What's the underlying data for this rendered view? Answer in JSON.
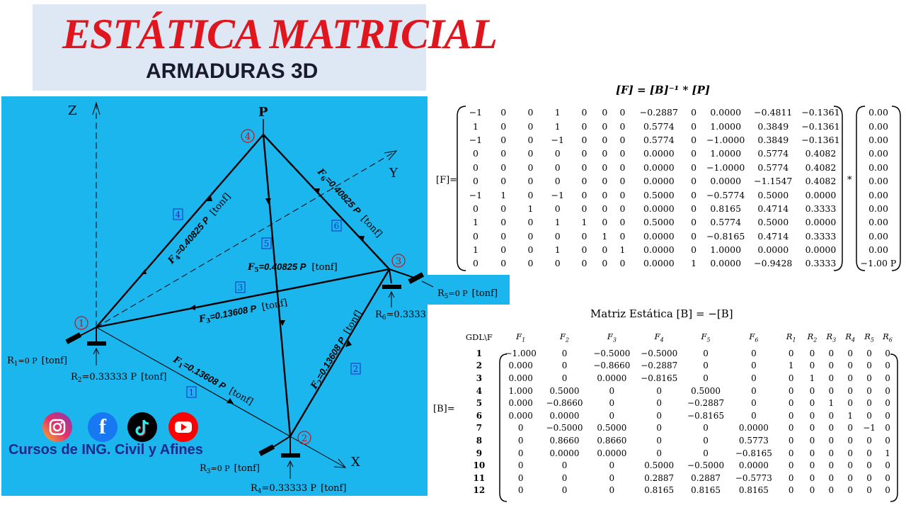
{
  "header": {
    "title": "ESTÁTICA MATRICIAL",
    "subtitle": "ARMADURAS 3D"
  },
  "diagram": {
    "axes": {
      "z": "Z",
      "y": "Y",
      "x": "X",
      "load": "P"
    },
    "nodes": [
      "1",
      "2",
      "3",
      "4"
    ],
    "members": [
      "1",
      "2",
      "3",
      "4",
      "5",
      "6"
    ],
    "forces": {
      "f1": {
        "name": "F",
        "sub": "1",
        "value": "=0.13608 P",
        "unit": "[tonf]"
      },
      "f2": {
        "name": "F",
        "sub": "2",
        "value": "=0.13608 P",
        "unit": "[tonf]"
      },
      "f3": {
        "name": "F",
        "sub": "3",
        "value": "=0.13608 P",
        "unit": "[tonf]"
      },
      "f4": {
        "name": "F",
        "sub": "4",
        "value": "=0.40825 P",
        "unit": "[tonf]"
      },
      "f5": {
        "name": "F",
        "sub": "5",
        "value": "=0.40825 P",
        "unit": "[tonf]"
      },
      "f6": {
        "name": "F",
        "sub": "6",
        "value": "=0.40825 P",
        "unit": "[tonf]"
      }
    },
    "reactions": {
      "r1": {
        "name": "R",
        "sub": "1",
        "value": "=0 P",
        "unit": "[tonf]"
      },
      "r2": {
        "name": "R",
        "sub": "2",
        "value": "=0.33333 P",
        "unit": "[tonf]"
      },
      "r3": {
        "name": "R",
        "sub": "3",
        "value": "=0 P",
        "unit": "[tonf]"
      },
      "r4": {
        "name": "R",
        "sub": "4",
        "value": "=0.33333 P",
        "unit": "[tonf]"
      },
      "r5": {
        "name": "R",
        "sub": "5",
        "value": "=0 P",
        "unit": "[tonf]"
      },
      "r6": {
        "name": "R",
        "sub": "6",
        "value": "=0.3333",
        "unit": ""
      }
    }
  },
  "social": {
    "brand": "Cursos de ING. Civil y Afines",
    "icons": [
      "instagram-icon",
      "facebook-icon",
      "tiktok-icon",
      "youtube-icon"
    ]
  },
  "matrix1": {
    "title": "[F] = [B]⁻¹ * [P]",
    "label": "[F]=",
    "times": "*",
    "rows": [
      [
        "−1",
        "0",
        "0",
        "1",
        "0",
        "0",
        "0",
        "−0.2887",
        "0",
        "0.0000",
        "−0.4811",
        "−0.1361"
      ],
      [
        "1",
        "0",
        "0",
        "1",
        "0",
        "0",
        "0",
        "0.5774",
        "0",
        "1.0000",
        "0.3849",
        "−0.1361"
      ],
      [
        "−1",
        "0",
        "0",
        "−1",
        "0",
        "0",
        "0",
        "0.5774",
        "0",
        "−1.0000",
        "0.3849",
        "−0.1361"
      ],
      [
        "0",
        "0",
        "0",
        "0",
        "0",
        "0",
        "0",
        "0.0000",
        "0",
        "1.0000",
        "0.5774",
        "0.4082"
      ],
      [
        "0",
        "0",
        "0",
        "0",
        "0",
        "0",
        "0",
        "0.0000",
        "0",
        "−1.0000",
        "0.5774",
        "0.4082"
      ],
      [
        "0",
        "0",
        "0",
        "0",
        "0",
        "0",
        "0",
        "0.0000",
        "0",
        "0.0000",
        "−1.1547",
        "0.4082"
      ],
      [
        "−1",
        "1",
        "0",
        "−1",
        "0",
        "0",
        "0",
        "0.5000",
        "0",
        "−0.5774",
        "0.5000",
        "0.0000"
      ],
      [
        "0",
        "0",
        "1",
        "0",
        "0",
        "0",
        "0",
        "0.0000",
        "0",
        "0.8165",
        "0.4714",
        "0.3333"
      ],
      [
        "1",
        "0",
        "0",
        "1",
        "1",
        "0",
        "0",
        "0.5000",
        "0",
        "0.5774",
        "0.5000",
        "0.0000"
      ],
      [
        "0",
        "0",
        "0",
        "0",
        "0",
        "1",
        "0",
        "0.0000",
        "0",
        "−0.8165",
        "0.4714",
        "0.3333"
      ],
      [
        "1",
        "0",
        "0",
        "1",
        "0",
        "0",
        "1",
        "0.0000",
        "0",
        "1.0000",
        "0.0000",
        "0.0000"
      ],
      [
        "0",
        "0",
        "0",
        "0",
        "0",
        "0",
        "0",
        "0.0000",
        "1",
        "0.0000",
        "−0.9428",
        "0.3333"
      ]
    ],
    "vector": [
      "0.00",
      "0.00",
      "0.00",
      "0.00",
      "0.00",
      "0.00",
      "0.00",
      "0.00",
      "0.00",
      "0.00",
      "0.00",
      "−1.00 P"
    ]
  },
  "matrix2": {
    "title": "Matriz Estática [B] = −[B]",
    "label": "[B]=",
    "corner": "GDL\\F",
    "headers": [
      [
        "F",
        "1"
      ],
      [
        "F",
        "2"
      ],
      [
        "F",
        "3"
      ],
      [
        "F",
        "4"
      ],
      [
        "F",
        "5"
      ],
      [
        "F",
        "6"
      ],
      [
        "R",
        "1"
      ],
      [
        "R",
        "2"
      ],
      [
        "R",
        "3"
      ],
      [
        "R",
        "4"
      ],
      [
        "R",
        "5"
      ],
      [
        "R",
        "6"
      ]
    ],
    "row_labels": [
      "1",
      "2",
      "3",
      "4",
      "5",
      "6",
      "7",
      "8",
      "9",
      "10",
      "11",
      "12"
    ],
    "rows": [
      [
        "−1.000",
        "0",
        "−0.5000",
        "−0.5000",
        "0",
        "0",
        "0",
        "0",
        "0",
        "0",
        "0",
        "0"
      ],
      [
        "0.000",
        "0",
        "−0.8660",
        "−0.2887",
        "0",
        "0",
        "1",
        "0",
        "0",
        "0",
        "0",
        "0"
      ],
      [
        "0.000",
        "0",
        "0.0000",
        "−0.8165",
        "0",
        "0",
        "0",
        "1",
        "0",
        "0",
        "0",
        "0"
      ],
      [
        "1.000",
        "0.5000",
        "0",
        "0",
        "0.5000",
        "0",
        "0",
        "0",
        "0",
        "0",
        "0",
        "0"
      ],
      [
        "0.000",
        "−0.8660",
        "0",
        "0",
        "−0.2887",
        "0",
        "0",
        "0",
        "1",
        "0",
        "0",
        "0"
      ],
      [
        "0.000",
        "0.0000",
        "0",
        "0",
        "−0.8165",
        "0",
        "0",
        "0",
        "0",
        "1",
        "0",
        "0"
      ],
      [
        "0",
        "−0.5000",
        "0.5000",
        "0",
        "0",
        "0.0000",
        "0",
        "0",
        "0",
        "0",
        "−1",
        "0"
      ],
      [
        "0",
        "0.8660",
        "0.8660",
        "0",
        "0",
        "0.5773",
        "0",
        "0",
        "0",
        "0",
        "0",
        "0"
      ],
      [
        "0",
        "0.0000",
        "0.0000",
        "0",
        "0",
        "−0.8165",
        "0",
        "0",
        "0",
        "0",
        "0",
        "1"
      ],
      [
        "0",
        "0",
        "0",
        "0.5000",
        "−0.5000",
        "0.0000",
        "0",
        "0",
        "0",
        "0",
        "0",
        "0"
      ],
      [
        "0",
        "0",
        "0",
        "0.2887",
        "0.2887",
        "−0.5773",
        "0",
        "0",
        "0",
        "0",
        "0",
        "0"
      ],
      [
        "0",
        "0",
        "0",
        "0.8165",
        "0.8165",
        "0.8165",
        "0",
        "0",
        "0",
        "0",
        "0",
        "0"
      ]
    ]
  }
}
